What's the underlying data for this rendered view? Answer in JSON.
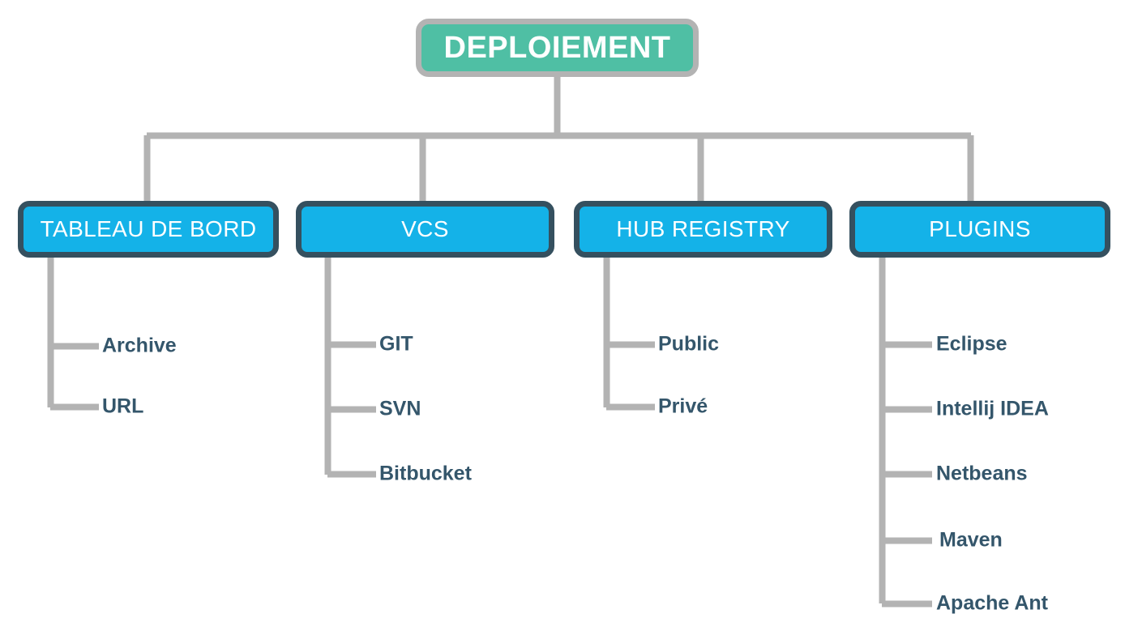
{
  "diagram": {
    "type": "organizational-tree",
    "orientation": "top-down",
    "title": "DEPLOIEMENT",
    "background_color": "#ffffff",
    "colors": {
      "root_fill": "#4fbfa4",
      "root_border": "#b3b3b3",
      "node_fill": "#14b2e8",
      "node_border": "#35505f",
      "connector": "#b3b3b3",
      "leaf_text": "#34566b",
      "node_text": "#ffffff"
    }
  },
  "root": {
    "label": "DEPLOIEMENT"
  },
  "branches": [
    {
      "label": "TABLEAU DE BORD",
      "children": [
        {
          "label": "Archive"
        },
        {
          "label": "URL"
        }
      ]
    },
    {
      "label": "VCS",
      "children": [
        {
          "label": "GIT"
        },
        {
          "label": "SVN"
        },
        {
          "label": "Bitbucket"
        }
      ]
    },
    {
      "label": "HUB REGISTRY",
      "children": [
        {
          "label": "Public"
        },
        {
          "label": "Privé"
        }
      ]
    },
    {
      "label": "PLUGINS",
      "children": [
        {
          "label": "Eclipse"
        },
        {
          "label": "Intellij IDEA"
        },
        {
          "label": "Netbeans"
        },
        {
          "label": "Maven"
        },
        {
          "label": "Apache Ant"
        }
      ]
    }
  ]
}
